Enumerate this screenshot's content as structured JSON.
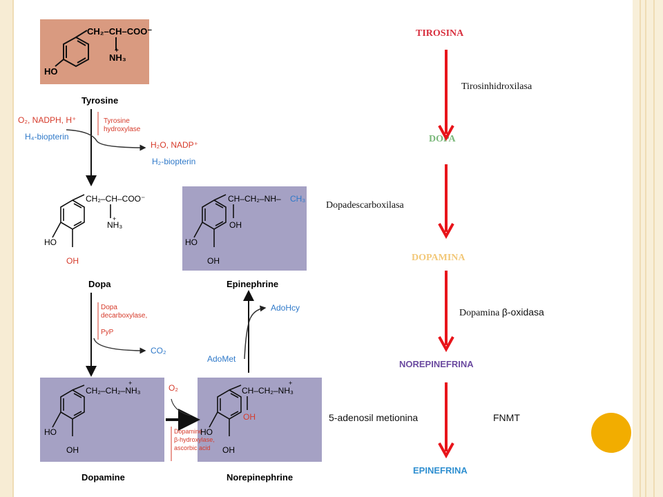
{
  "left_diagram": {
    "molecules": {
      "tyrosine_top": {
        "ho": "HO",
        "chain": "CH₂–CH–COO⁻",
        "nh3": "NH₃",
        "plus": "+"
      },
      "dopa": {
        "chain": "CH₂–CH–COO⁻",
        "nh3": "NH₃",
        "plus": "+",
        "ho": "HO",
        "oh": "OH"
      },
      "epinephrine": {
        "chain1": "CH–CH₂–NH–",
        "ch3": "CH₃",
        "oh_side": "OH",
        "ho": "HO",
        "oh": "OH"
      },
      "dopamine": {
        "chain": "CH₂–CH₂–NH₃",
        "plus": "+",
        "ho": "HO",
        "oh": "OH"
      },
      "norepinephrine": {
        "chain": "CH–CH₂–NH₃",
        "plus": "+",
        "oh_side": "OH",
        "ho": "HO",
        "oh": "OH"
      }
    },
    "labels": {
      "tyrosine": "Tyrosine",
      "dopa": "Dopa",
      "epinephrine": "Epinephrine",
      "dopamine": "Dopamine",
      "norepinephrine": "Norepinephrine"
    },
    "cofactors": {
      "o2_nadph": "O₂, NADPH, H⁺",
      "h4_biopterin": "H₄-biopterin",
      "h2o_nadp": "H₂O, NADP⁺",
      "h2_biopterin": "H₂-biopterin",
      "co2": "CO₂",
      "adohcy": "AdoHcy",
      "adomet": "AdoMet",
      "o2": "O₂"
    },
    "enzymes": {
      "tyrosine_hydroxylase": [
        "Tyrosine",
        "hydroxylase"
      ],
      "dopa_decarboxylase": [
        "Dopa",
        "decarboxylase,",
        "PyP"
      ],
      "dopamine_hydroxylase": [
        "Dopamine",
        "β-hydroxylase,",
        "ascorbic acid"
      ]
    }
  },
  "right_pathway": {
    "compounds": [
      {
        "name": "TIROSINA",
        "color": "#d8303f"
      },
      {
        "name": "DOPA",
        "color": "#7ab87a"
      },
      {
        "name": "DOPAMINA",
        "color": "#f2c879"
      },
      {
        "name": "NOREPINEFRINA",
        "color": "#6b4aa0"
      },
      {
        "name": "EPINEFRINA",
        "color": "#2f8fd0"
      }
    ],
    "enzymes": {
      "step1": "Tirosinhidroxilasa",
      "step2": "Dopadescarboxilasa",
      "step3_prefix": "Dopamina ",
      "step3_suffix": "β-oxidasa",
      "step4_left": "5-adenosil metionina",
      "step4_right": "FNMT"
    },
    "arrow_color": "#e8141a"
  },
  "colors": {
    "tyrosine_box": "#d99a80",
    "purple_box": "#a5a1c4",
    "red_text": "#d63a2a",
    "blue_text": "#2f79c9"
  }
}
